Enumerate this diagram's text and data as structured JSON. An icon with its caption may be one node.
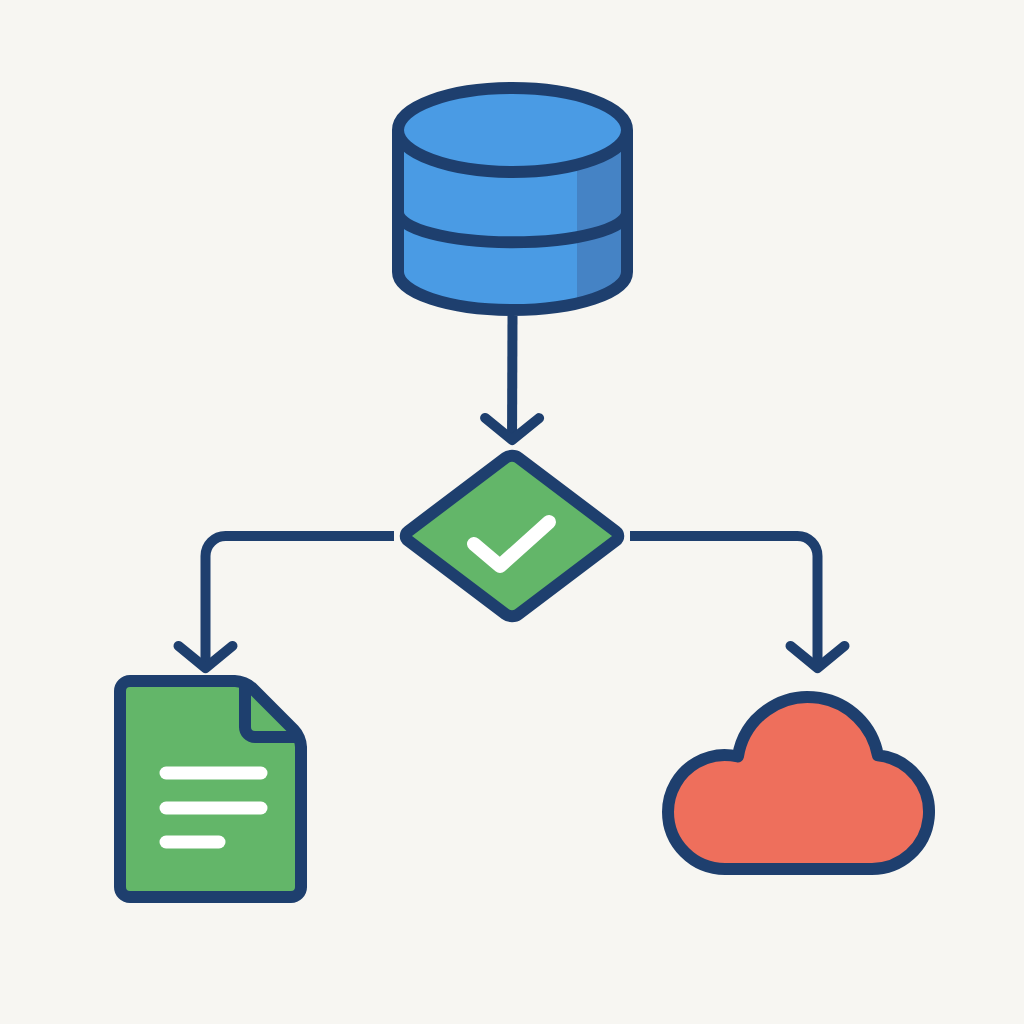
{
  "diagram": {
    "nodes": [
      {
        "text": [],
        "shape": "cylinder"
      },
      {
        "text": [],
        "shape": "diamond"
      },
      {
        "text": [],
        "shape": "document"
      },
      {
        "text": [],
        "shape": "cloud"
      }
    ],
    "edges": [
      {
        "from": 0,
        "to": 1,
        "arrow": "to"
      },
      {
        "from": 1,
        "to": 2,
        "arrow": "to"
      },
      {
        "from": 1,
        "to": 3,
        "arrow": "to"
      }
    ]
  }
}
